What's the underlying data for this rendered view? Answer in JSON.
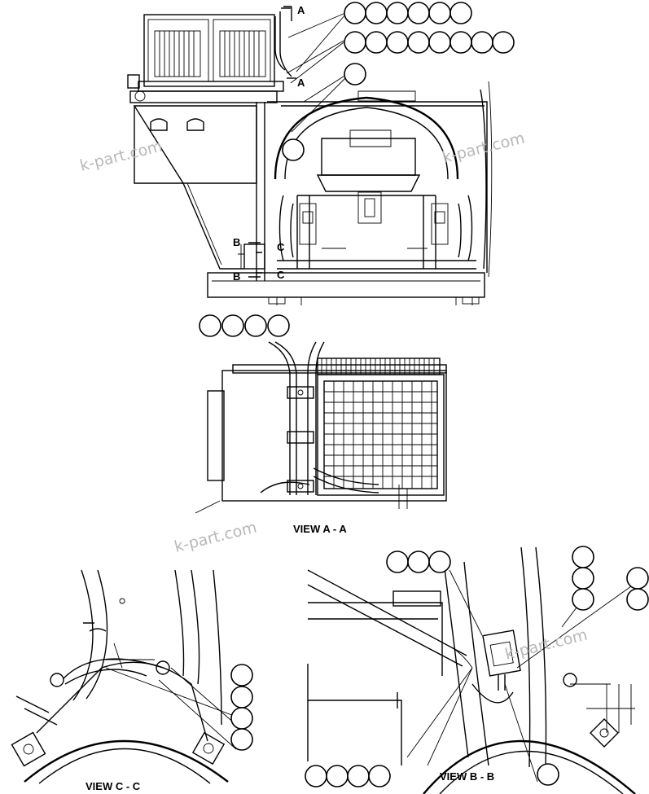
{
  "section_markers": {
    "a_top": "A",
    "a_bottom": "A",
    "b_top": "B",
    "b_bottom": "B",
    "c_top": "C",
    "c_bottom": "C"
  },
  "views": {
    "view_a": "VIEW A - A",
    "view_b": "VIEW B - B",
    "view_c": "VIEW C - C"
  },
  "watermarks": [
    "k-part.com",
    "k-part.com",
    "k-part.com",
    "k-part.com"
  ]
}
